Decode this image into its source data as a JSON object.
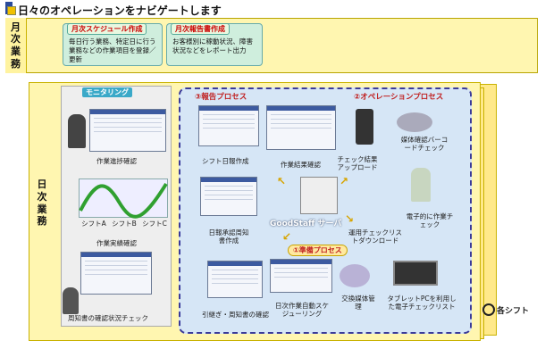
{
  "title": "日々のオペレーションをナビゲートします",
  "monthly": {
    "label": "月次業務",
    "box1": {
      "tag": "月次スケジュール作成",
      "text": "毎日行う業務、特定日に行う業務などの作業項目を登録／更新"
    },
    "box2": {
      "tag": "月次報告書作成",
      "text": "お客様別に稼動状況、障害状況などをレポート出力"
    }
  },
  "daily_label": "日次業務",
  "monitoring": {
    "tag": "モニタリング",
    "progress": "作業進捗確認",
    "results": "作業実績確認",
    "notice_check": "周知書の確認状況チェック",
    "shifts": [
      "シフトA",
      "シフトB",
      "シフトC"
    ]
  },
  "process": {
    "report": "③報告プロセス",
    "operation": "②オペレーションプロセス",
    "prep": "①準備プロセス",
    "shift_report": "シフト日報作成",
    "work_result_check": "作業結果確認",
    "checklist_upload": "チェック結果アップロード",
    "media_barcode": "媒体確認バーコードチェック",
    "electronic_check": "電子的に作業チェック",
    "daily_approval": "日報承認周知書作成",
    "server": "GoodStaff サーバ",
    "checklist_download": "運用チェックリストダウンロード",
    "handover": "引継ぎ・周知書の確認",
    "auto_schedule": "日次作業自動スケジューリング",
    "media_mgmt": "交換媒体管理",
    "tablet": "タブレットPCを利用した電子チェックリスト"
  },
  "each_shift": "各シフト",
  "colors": {
    "yellow": "#fff6b0",
    "green": "#cfeedd",
    "process_bg": "#d6e6f6",
    "red_text": "#c02020"
  }
}
